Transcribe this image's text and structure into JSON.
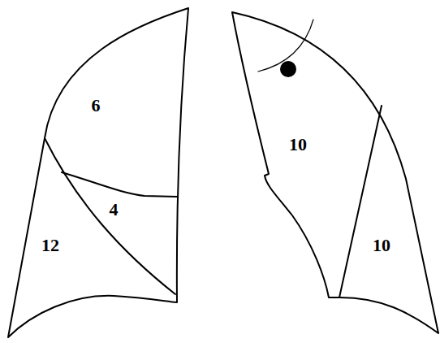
{
  "diagram": {
    "labels": [
      "6",
      "10",
      "4",
      "12",
      "10"
    ]
  }
}
